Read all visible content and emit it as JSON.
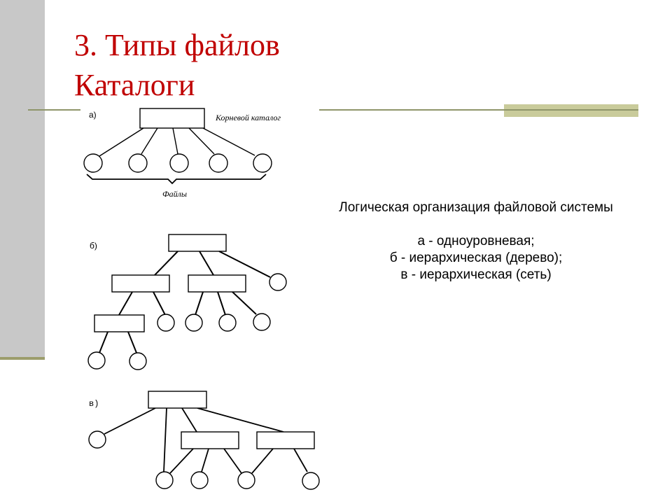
{
  "slide": {
    "title_line1": "3. Типы файлов",
    "title_line2": "Каталоги",
    "colors": {
      "title": "#c00000",
      "side_bar": "#c8c8c8",
      "rule": "#8f956a",
      "accent_block": "#c9cb9b"
    }
  },
  "diagram": {
    "a": {
      "label": "а)",
      "root_label": "Корневой каталог",
      "files_label": "Файлы"
    },
    "b": {
      "label": "б)"
    },
    "c": {
      "label": "в)"
    }
  },
  "caption": {
    "heading": "Логическая организация файловой системы",
    "items": [
      "а - одноуровневая;",
      "б - иерархическая (дерево);",
      "в - иерархическая (сеть)"
    ]
  }
}
